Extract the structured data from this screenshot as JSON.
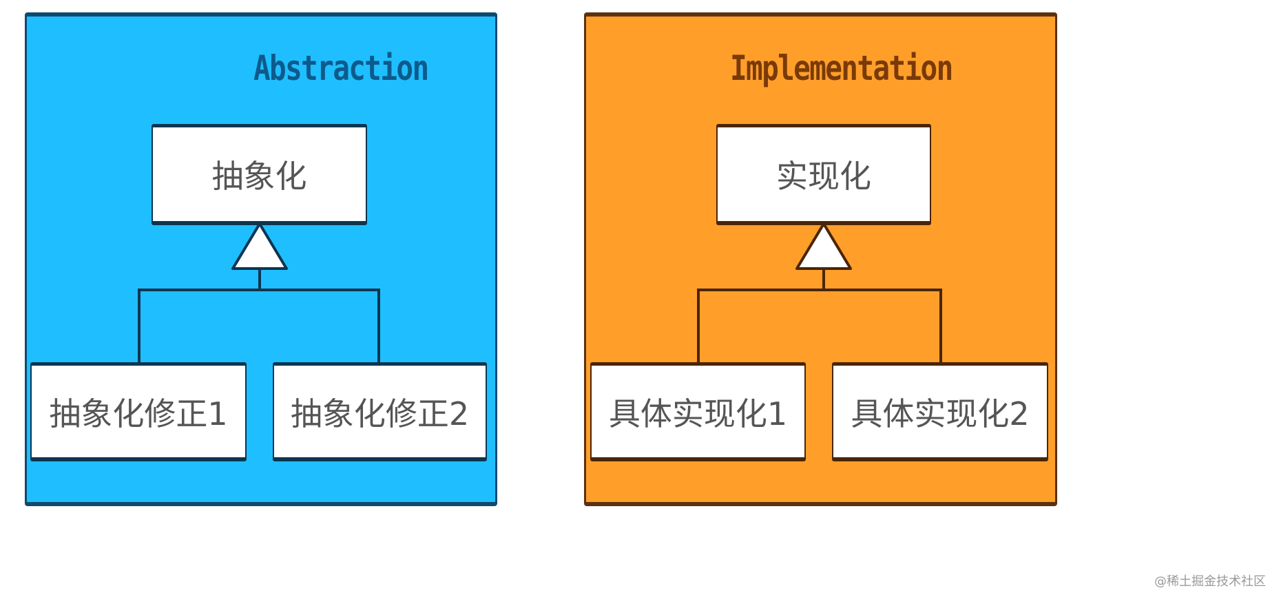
{
  "colors": {
    "abstraction_fill": "#1fbfff",
    "abstraction_border": "#0e4a6e",
    "abstraction_title": "#0d5a8c",
    "implementation_fill": "#ff9f2a",
    "implementation_border": "#5a3210",
    "implementation_title": "#7a3a08",
    "node_fill": "#ffffff",
    "node_text": "#555555"
  },
  "abstraction": {
    "title": "Abstraction",
    "parent": "抽象化",
    "children": [
      "抽象化修正1",
      "抽象化修正2"
    ]
  },
  "implementation": {
    "title": "Implementation",
    "parent": "实现化",
    "children": [
      "具体实现化1",
      "具体实现化2"
    ]
  },
  "watermark": "@稀土掘金技术社区"
}
